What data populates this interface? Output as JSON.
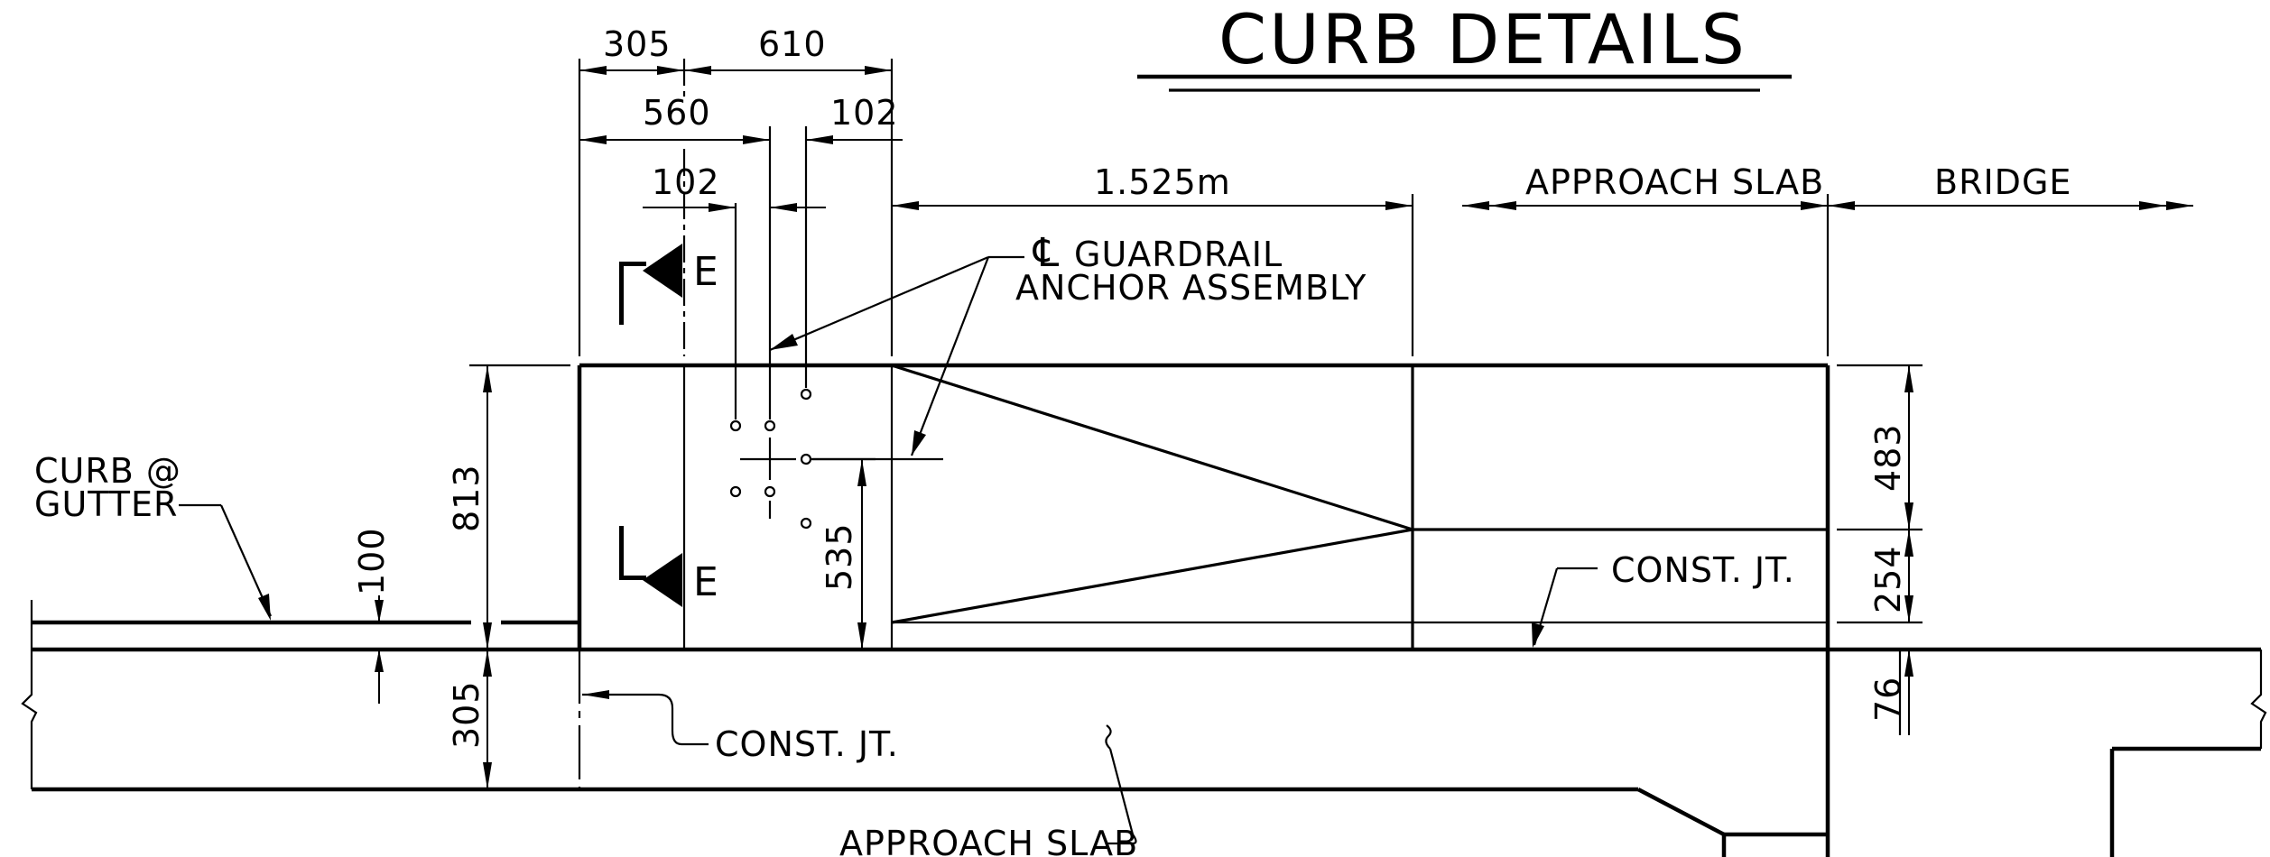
{
  "title": "CURB DETAILS",
  "labels": {
    "cl_symbol": "℄",
    "guardrail_line1": "GUARDRAIL",
    "guardrail_line2": "ANCHOR ASSEMBLY",
    "curb_gutter_line1": "CURB @",
    "curb_gutter_line2": "GUTTER",
    "approach_slab_top": "APPROACH SLAB",
    "bridge": "BRIDGE",
    "const_jt_right": "CONST. JT.",
    "const_jt_bottom": "CONST. JT.",
    "approach_slab_bottom": "APPROACH SLAB",
    "section_mark_top": "E",
    "section_mark_bottom": "E"
  },
  "dimensions": {
    "d305_top": "305",
    "d610": "610",
    "d560": "560",
    "d102_right": "102",
    "d102_left": "102",
    "d1525": "1.525m",
    "d813": "813",
    "d100": "100",
    "d305_left": "305",
    "d535": "535",
    "d483": "483",
    "d254": "254",
    "d76": "76"
  }
}
